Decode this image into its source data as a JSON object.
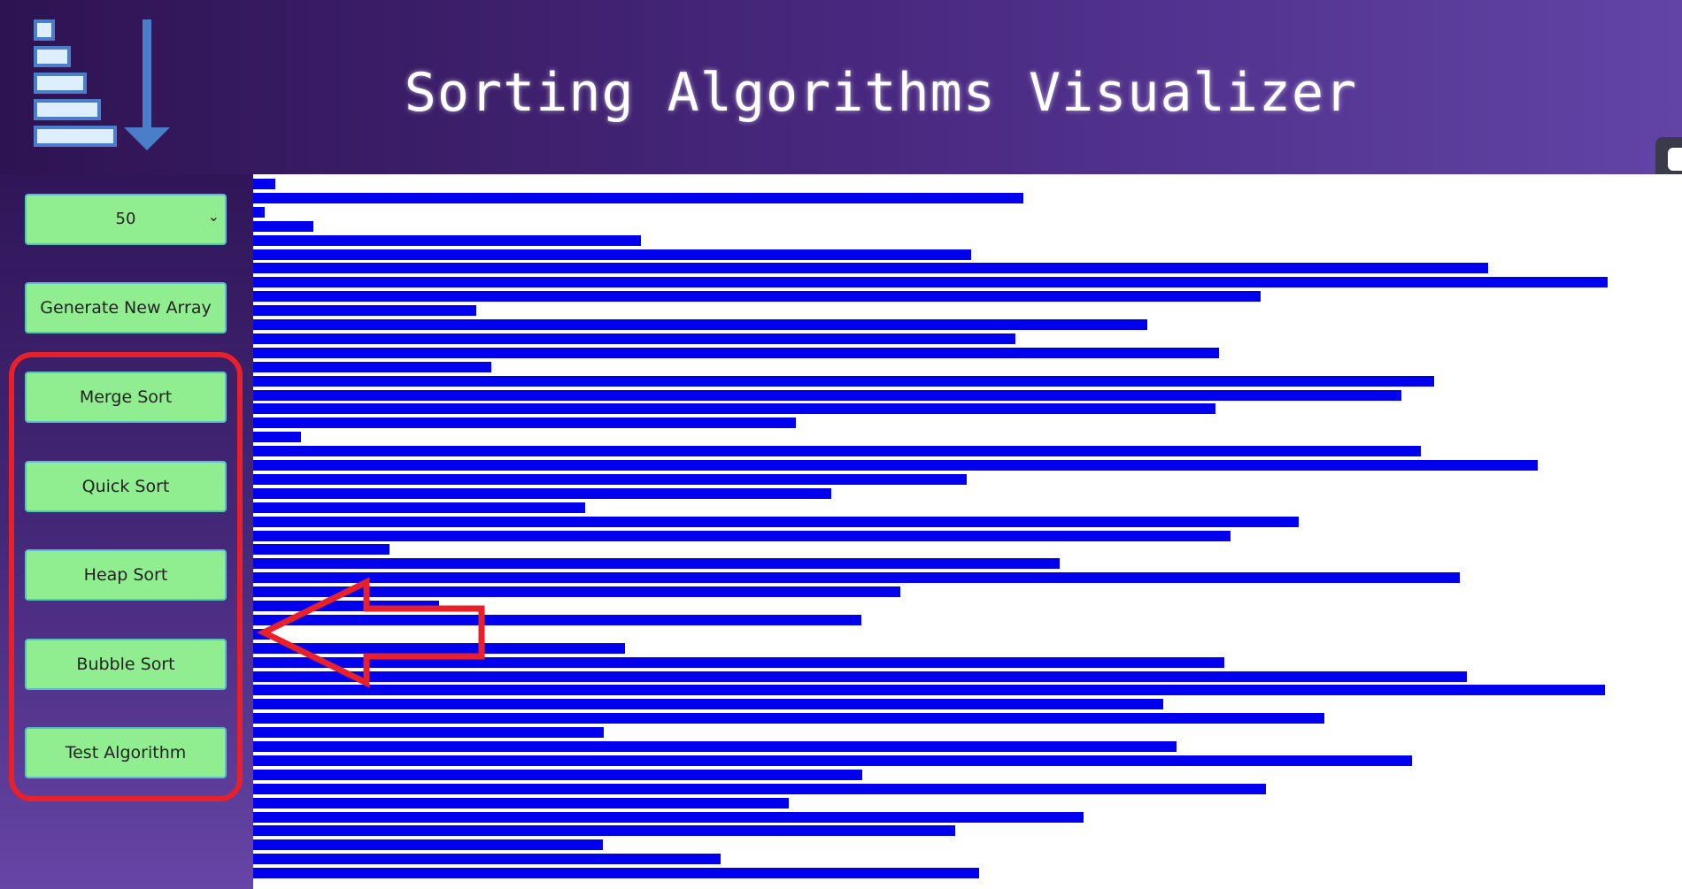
{
  "header": {
    "title": "Sorting Algorithms Visualizer",
    "logo_icon": "sort-descending-icon"
  },
  "sidebar": {
    "size_select": {
      "value": "50",
      "options": [
        "50"
      ]
    },
    "buttons": [
      {
        "key": "generate",
        "label": "Generate New Array"
      },
      {
        "key": "merge",
        "label": "Merge Sort"
      },
      {
        "key": "quick",
        "label": "Quick Sort"
      },
      {
        "key": "heap",
        "label": "Heap Sort"
      },
      {
        "key": "bubble",
        "label": "Bubble Sort"
      },
      {
        "key": "test",
        "label": "Test Algorithm"
      }
    ]
  },
  "colors": {
    "bar": "#0000ee",
    "button_bg": "#90ee90",
    "annotation": "#e8202a"
  },
  "array_values": [
    25,
    870,
    13,
    68,
    438,
    811,
    1395,
    1530,
    1138,
    252,
    1010,
    861,
    1091,
    269,
    1334,
    1297,
    1087,
    613,
    54,
    1319,
    1451,
    806,
    653,
    375,
    1181,
    1104,
    154,
    911,
    1363,
    731,
    210,
    687,
    19,
    420,
    1097,
    1371,
    1527,
    1028,
    1210,
    396,
    1043,
    1309,
    688,
    1144,
    605,
    938,
    793,
    395,
    528,
    820
  ]
}
